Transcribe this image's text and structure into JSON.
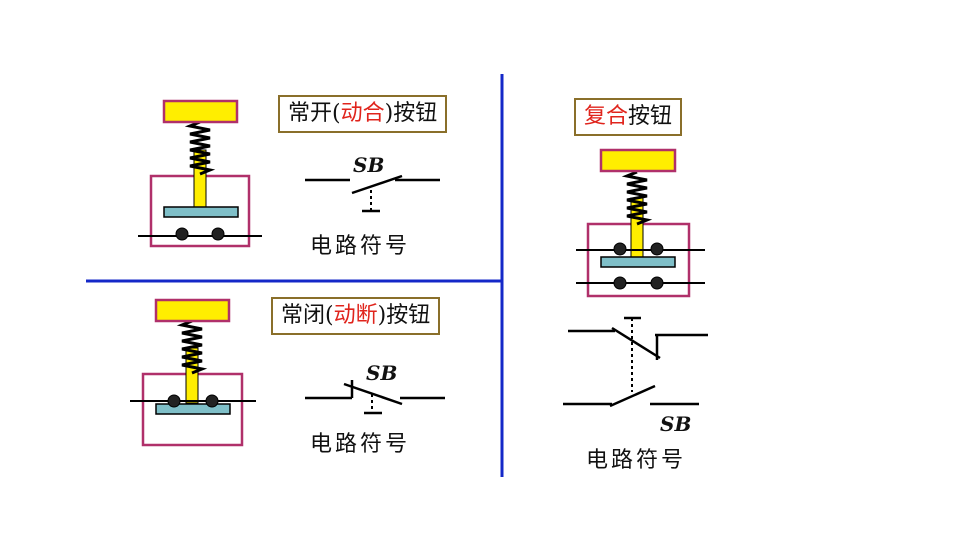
{
  "panels": {
    "no_button": {
      "title_prefix": "常开(",
      "title_highlight": "动合",
      "title_suffix": ")按钮",
      "symbol_label": "SB",
      "caption": "电路符号"
    },
    "nc_button": {
      "title_prefix": "常闭(",
      "title_highlight": "动断",
      "title_suffix": ")按钮",
      "symbol_label": "SB",
      "caption": "电路符号"
    },
    "compound_button": {
      "title_highlight": "复合",
      "title_suffix": "按钮",
      "symbol_label": "SB",
      "caption": "电路符号"
    }
  },
  "colors": {
    "divider": "#1428c8",
    "button_cap": "#ffee00",
    "stem": "#ffee00",
    "housing_border": "#b0306a",
    "contact_bar": "#7fbfc8",
    "label_border": "#8a6f2a",
    "highlight_text": "#e0241c"
  }
}
